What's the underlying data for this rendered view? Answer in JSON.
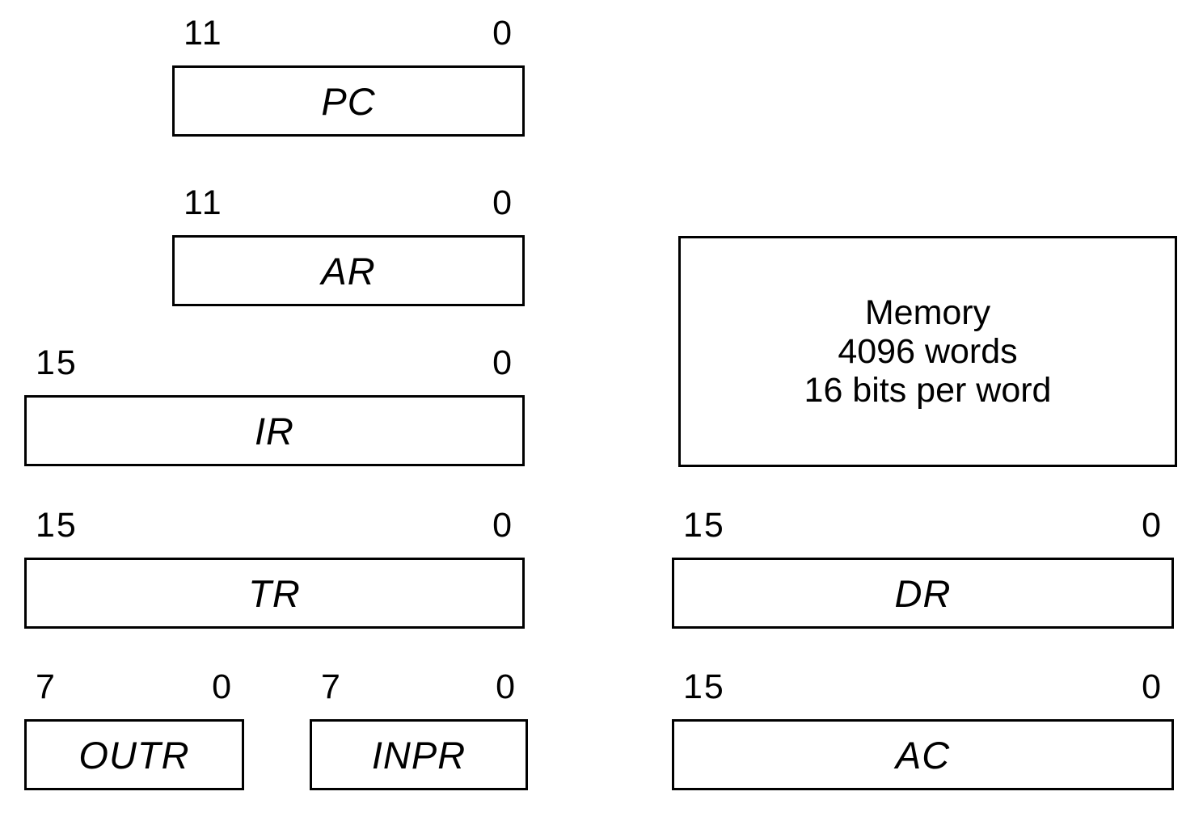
{
  "diagram": {
    "type": "register-block-diagram",
    "registers": [
      {
        "name": "PC",
        "high_bit": "11",
        "low_bit": "0"
      },
      {
        "name": "AR",
        "high_bit": "11",
        "low_bit": "0"
      },
      {
        "name": "IR",
        "high_bit": "15",
        "low_bit": "0"
      },
      {
        "name": "TR",
        "high_bit": "15",
        "low_bit": "0"
      },
      {
        "name": "OUTR",
        "high_bit": "7",
        "low_bit": "0"
      },
      {
        "name": "INPR",
        "high_bit": "7",
        "low_bit": "0"
      },
      {
        "name": "DR",
        "high_bit": "15",
        "low_bit": "0"
      },
      {
        "name": "AC",
        "high_bit": "15",
        "low_bit": "0"
      }
    ],
    "memory": {
      "line1": "Memory",
      "line2": "4096 words",
      "line3": "16 bits per word"
    },
    "colors": {
      "stroke": "#000000",
      "background": "#ffffff",
      "text": "#000000"
    }
  }
}
